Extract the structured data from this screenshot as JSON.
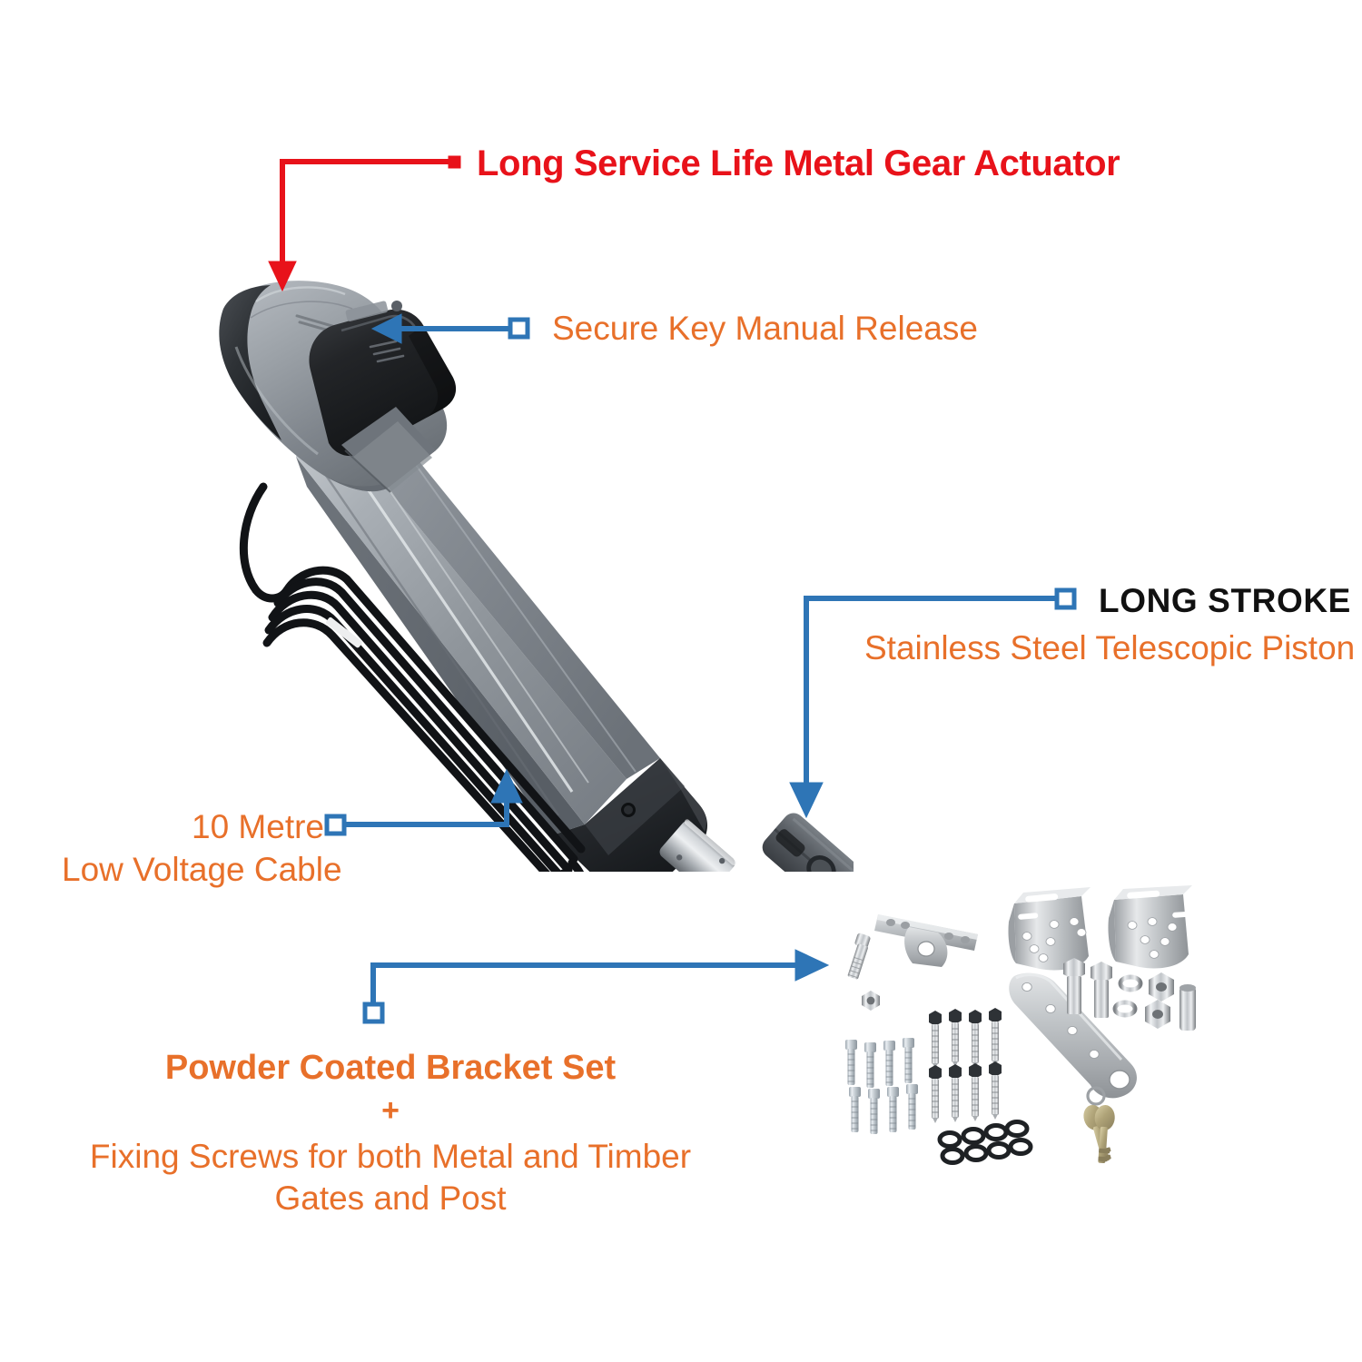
{
  "meta": {
    "background_color": "#ffffff",
    "accent_red": "#E8121A",
    "accent_orange": "#E8702A",
    "accent_blue": "#2E75B6",
    "text_black": "#111111"
  },
  "callouts": [
    {
      "id": "actuator",
      "text": "Long Service Life Metal Gear Actuator",
      "style": "red-bold",
      "connector": {
        "color": "#E8121A",
        "endpoint": "filled-square",
        "arrow": "down"
      }
    },
    {
      "id": "key-release",
      "text": "Secure Key Manual Release",
      "style": "orange",
      "connector": {
        "color": "#2E75B6",
        "endpoint": "hollow-square",
        "arrow": "left"
      }
    },
    {
      "id": "long-stroke-title",
      "text": "LONG STROKE",
      "style": "black-bold",
      "connector": {
        "color": "#2E75B6",
        "endpoint": "hollow-square",
        "arrow": "down"
      }
    },
    {
      "id": "long-stroke-sub",
      "text": "Stainless Steel Telescopic Piston",
      "style": "orange",
      "connector": null
    },
    {
      "id": "cable-line1",
      "text": "10 Metre",
      "style": "orange",
      "connector": {
        "color": "#2E75B6",
        "endpoint": "hollow-square",
        "arrow": "up"
      }
    },
    {
      "id": "cable-line2",
      "text": "Low Voltage Cable",
      "style": "orange",
      "connector": null
    },
    {
      "id": "bracket-title",
      "text": "Powder Coated Bracket Set",
      "style": "orange-bold",
      "connector": {
        "color": "#2E75B6",
        "endpoint": "hollow-square",
        "arrow": "right"
      }
    },
    {
      "id": "bracket-plus",
      "text": "+",
      "style": "orange-bold",
      "connector": null
    },
    {
      "id": "bracket-sub-line1",
      "text": "Fixing Screws for both Metal and Timber",
      "style": "orange",
      "connector": null
    },
    {
      "id": "bracket-sub-line2",
      "text": "Gates and Post",
      "style": "orange",
      "connector": null
    }
  ],
  "product": {
    "name": "swing-gate-linear-actuator",
    "parts": [
      {
        "name": "motor-head-housing",
        "color": "#9AA0A6"
      },
      {
        "name": "motor-end-cap",
        "color": "#3C4043"
      },
      {
        "name": "key-release-cover",
        "color": "#232428"
      },
      {
        "name": "aluminium-arm-body",
        "color": "#8D949B"
      },
      {
        "name": "piston-end-cap",
        "color": "#232428"
      },
      {
        "name": "stainless-steel-piston-shaft",
        "color": "#B8BCC0"
      },
      {
        "name": "clevis-fork",
        "color": "#55595E"
      },
      {
        "name": "low-voltage-cable",
        "color": "#141414"
      },
      {
        "name": "cable-tie",
        "color": "#E6E6E6"
      }
    ]
  },
  "hardware": {
    "name": "bracket-and-fixings-kit",
    "items": [
      {
        "name": "gate-bracket-flat-plate",
        "count": 1
      },
      {
        "name": "clevis-pin",
        "count": 1
      },
      {
        "name": "hex-nut",
        "count": 1
      },
      {
        "name": "post-bracket-l-shape",
        "count": 2
      },
      {
        "name": "curved-gate-arm-bracket",
        "count": 1
      },
      {
        "name": "hex-bolt",
        "count": 2
      },
      {
        "name": "spring-washer",
        "count": 2
      },
      {
        "name": "nyloc-nut",
        "count": 2
      },
      {
        "name": "spacer-sleeve",
        "count": 2
      },
      {
        "name": "self-drilling-screw",
        "count": 8
      },
      {
        "name": "coach-screw",
        "count": 8
      },
      {
        "name": "flat-washer",
        "count": 8
      },
      {
        "name": "release-key",
        "count": 2
      }
    ]
  }
}
